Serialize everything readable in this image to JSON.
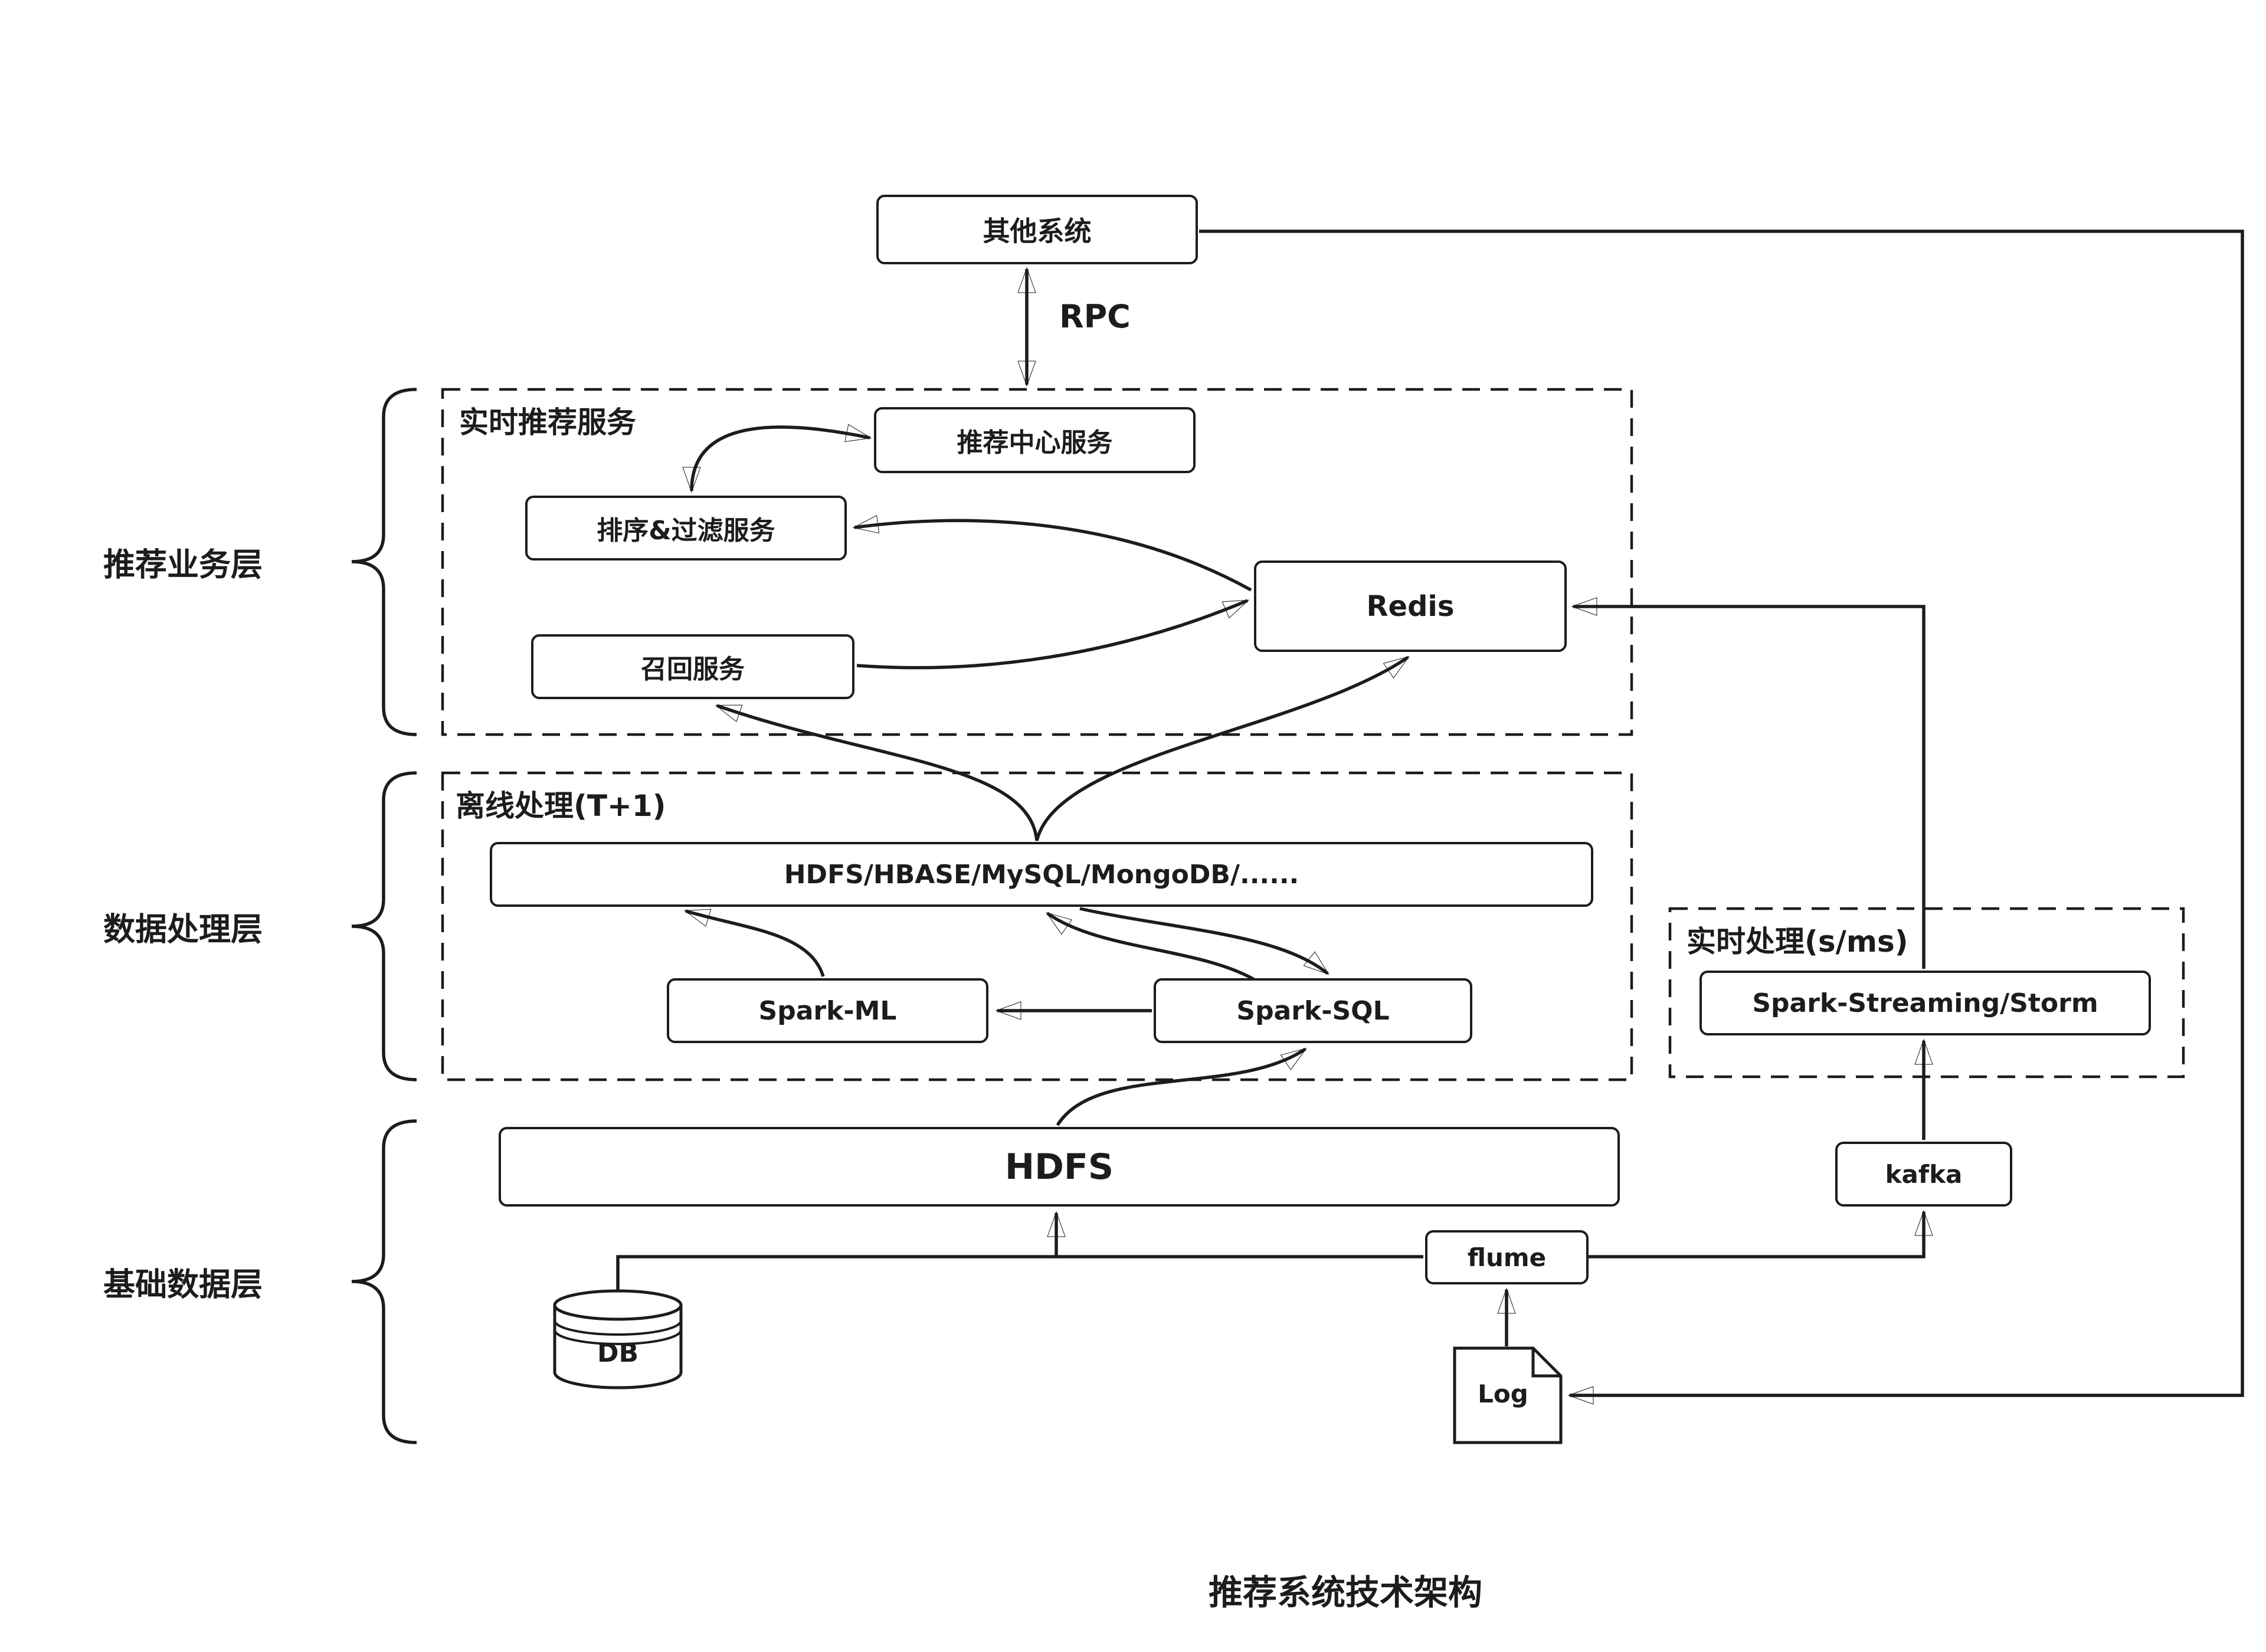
{
  "diagram_title": "推荐系统技术架构",
  "rpc_label": "RPC",
  "layers": [
    {
      "label": "推荐业务层"
    },
    {
      "label": "数据处理层"
    },
    {
      "label": "基础数据层"
    }
  ],
  "groups": {
    "realtime_service": "实时推荐服务",
    "offline_processing": "离线处理(T+1)",
    "realtime_processing": "实时处理(s/ms)"
  },
  "nodes": {
    "other_system": "其他系统",
    "recommend_center_service": "推荐中心服务",
    "sort_filter_service": "排序&过滤服务",
    "recall_service": "召回服务",
    "redis": "Redis",
    "offline_storage": "HDFS/HBASE/MySQL/MongoDB/......",
    "spark_ml": "Spark-ML",
    "spark_sql": "Spark-SQL",
    "spark_streaming": "Spark-Streaming/Storm",
    "hdfs": "HDFS",
    "kafka": "kafka",
    "flume": "flume",
    "log": "Log",
    "db": "DB"
  },
  "colors": {
    "stroke": "#1c1c1c",
    "background": "#ffffff"
  }
}
